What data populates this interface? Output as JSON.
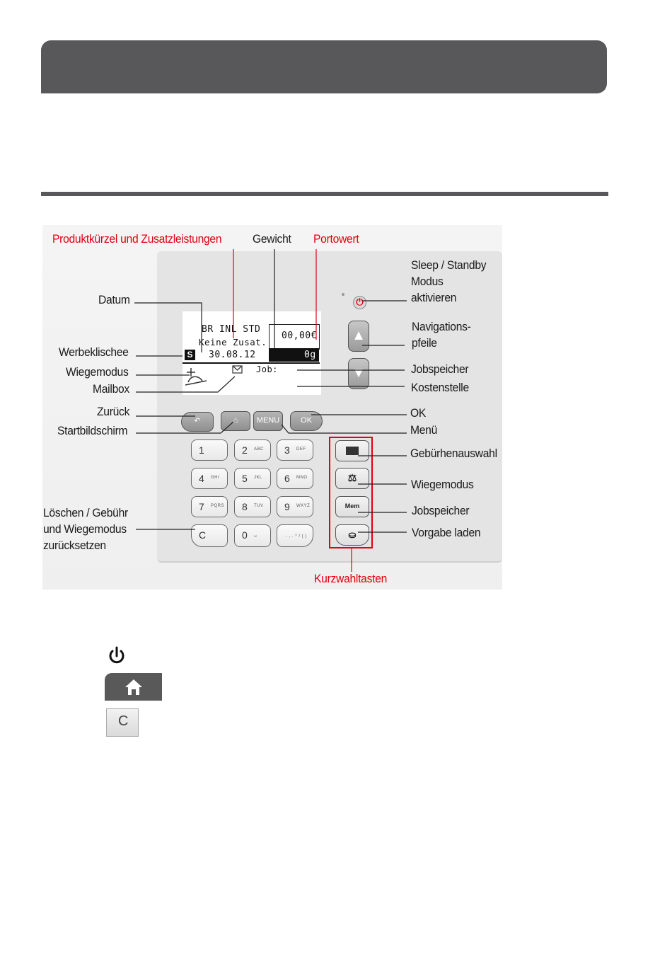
{
  "header": {
    "title": ""
  },
  "figure": {
    "labels": {
      "produktkuerzel": "Produktkürzel und Zusatzleistungen",
      "gewicht": "Gewicht",
      "portowert": "Portowert",
      "sleep": "Sleep / Standby\nModus\naktivieren",
      "datum": "Datum",
      "navigationspfeile": "Navigations-\npfeile",
      "werbeklischee": "Werbeklischee",
      "wiegemodus_left": "Wiegemodus",
      "jobspeicher_top": "Jobspeicher",
      "mailbox": "Mailbox",
      "kostenstelle": "Kostenstelle",
      "zurueck": "Zurück",
      "ok": "OK",
      "startbildschirm": "Startbildschirm",
      "menue": "Menü",
      "gebuehrenauswahl": "Gebürhenauswahl",
      "wiegemodus_right": "Wiegemodus",
      "loeschen": "Löschen / Gebühr\nund Wiegemodus\nzurücksetzen",
      "jobspeicher_bottom": "Jobspeicher",
      "vorgabe_laden": "Vorgabe laden",
      "kurzwahltasten": "Kurzwahltasten"
    },
    "screen": {
      "line1": "BR INL STD",
      "line2": "Keine Zusat...",
      "line3": "30.08.12",
      "price": "00,00€",
      "weight": "0g",
      "job": "Job:",
      "badge": "S"
    },
    "keys": {
      "menu": "MENU",
      "ok": "OK",
      "k1": "1",
      "k2": "2",
      "k2s": "ABC",
      "k3": "3",
      "k3s": "DEF",
      "k4": "4",
      "k4s": "GHI",
      "k5": "5",
      "k5s": "JKL",
      "k6": "6",
      "k6s": "MNO",
      "k7": "7",
      "k7s": "PQRS",
      "k8": "8",
      "k8s": "TUV",
      "k9": "9",
      "k9s": "WXYZ",
      "kc": "C",
      "k0": "0",
      "k0s": "␣",
      "kdot": "- , . * / ( )",
      "mem": "Mem"
    }
  },
  "legend": {
    "c_key": "C"
  },
  "colors": {
    "accent": "#e3000f",
    "header": "#58585a"
  }
}
